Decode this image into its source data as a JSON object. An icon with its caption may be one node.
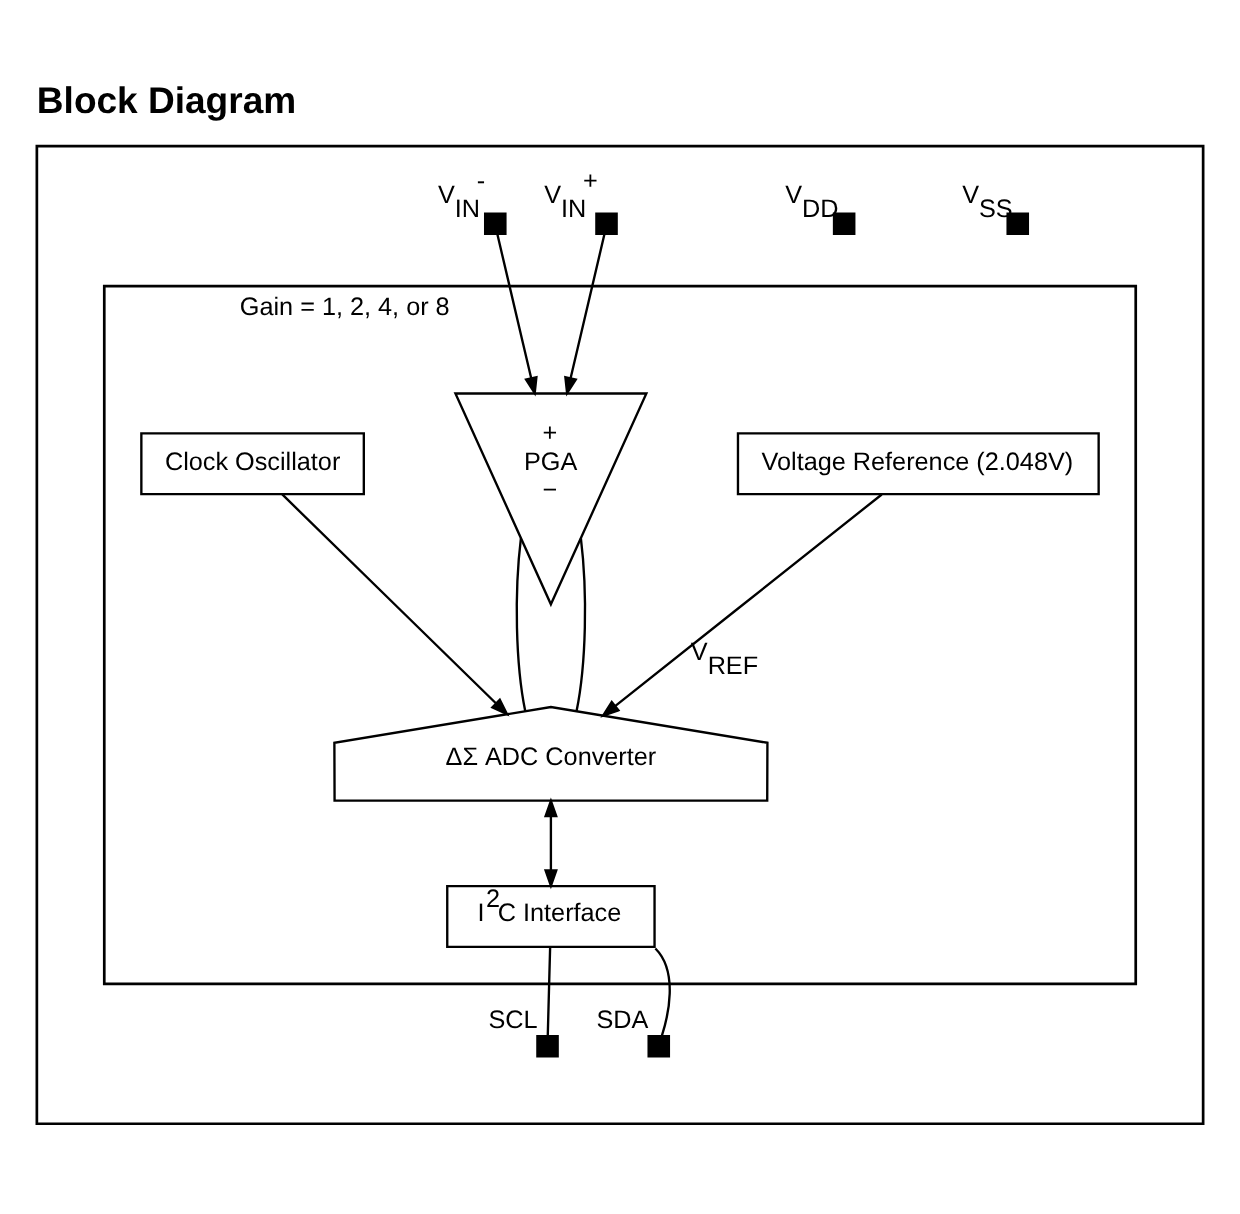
{
  "diagram": {
    "title": "Block Diagram",
    "nodes": [
      {
        "text": [],
        "shape": "box"
      },
      {
        "text": [],
        "shape": "box",
        "in": 0
      },
      {
        "text": [],
        "shape": "box",
        "in": 0,
        "beside": [
          "V$_{SS}$"
        ]
      },
      {
        "text": [],
        "shape": "box",
        "in": 0,
        "beside": [
          "V$_{DD}$"
        ]
      },
      {
        "text": [
          "Voltage Reference (2.048V)"
        ],
        "in": 1
      },
      {
        "text": [],
        "shape": "box",
        "in": 0,
        "beside": [
          "V$_{IN}$$^{+}$"
        ]
      },
      {
        "text": [
          "+",
          "PGA",
          "−"
        ],
        "in": 1,
        "beside": [
          "Gain = 1, 2, 4, or 8"
        ]
      },
      {
        "text": [
          "ΔΣ ADC Converter"
        ],
        "in": 1
      },
      {
        "text": [
          "Clock Oscillator"
        ],
        "in": 1
      },
      {
        "text": [],
        "shape": "box",
        "in": 0,
        "beside": [
          "V$_{IN}$$^{-}$"
        ]
      },
      {
        "text": [
          "I$^{2}$C Interface"
        ],
        "in": 1
      },
      {
        "text": [],
        "shape": "box",
        "in": 0,
        "beside": [
          "SCL"
        ]
      },
      {
        "text": [],
        "shape": "box",
        "in": 0,
        "beside": [
          "SDA"
        ]
      }
    ],
    "edges": [
      {
        "from": 4,
        "to": 7,
        "arrow": "to",
        "label": "V$_{REF}$"
      },
      {
        "from": 5,
        "to": 6,
        "arrow": "to"
      },
      {
        "from": 6,
        "to": 7,
        "arrow": "none"
      },
      {
        "from": 6,
        "to": 7,
        "arrow": "none"
      },
      {
        "from": 8,
        "to": 7,
        "arrow": "to"
      },
      {
        "from": 9,
        "to": 6,
        "arrow": "to"
      },
      {
        "from": 7,
        "to": 10,
        "arrow": "both"
      },
      {
        "from": 10,
        "to": 11,
        "arrow": "none"
      },
      {
        "from": 10,
        "to": 12,
        "arrow": "none"
      }
    ]
  }
}
